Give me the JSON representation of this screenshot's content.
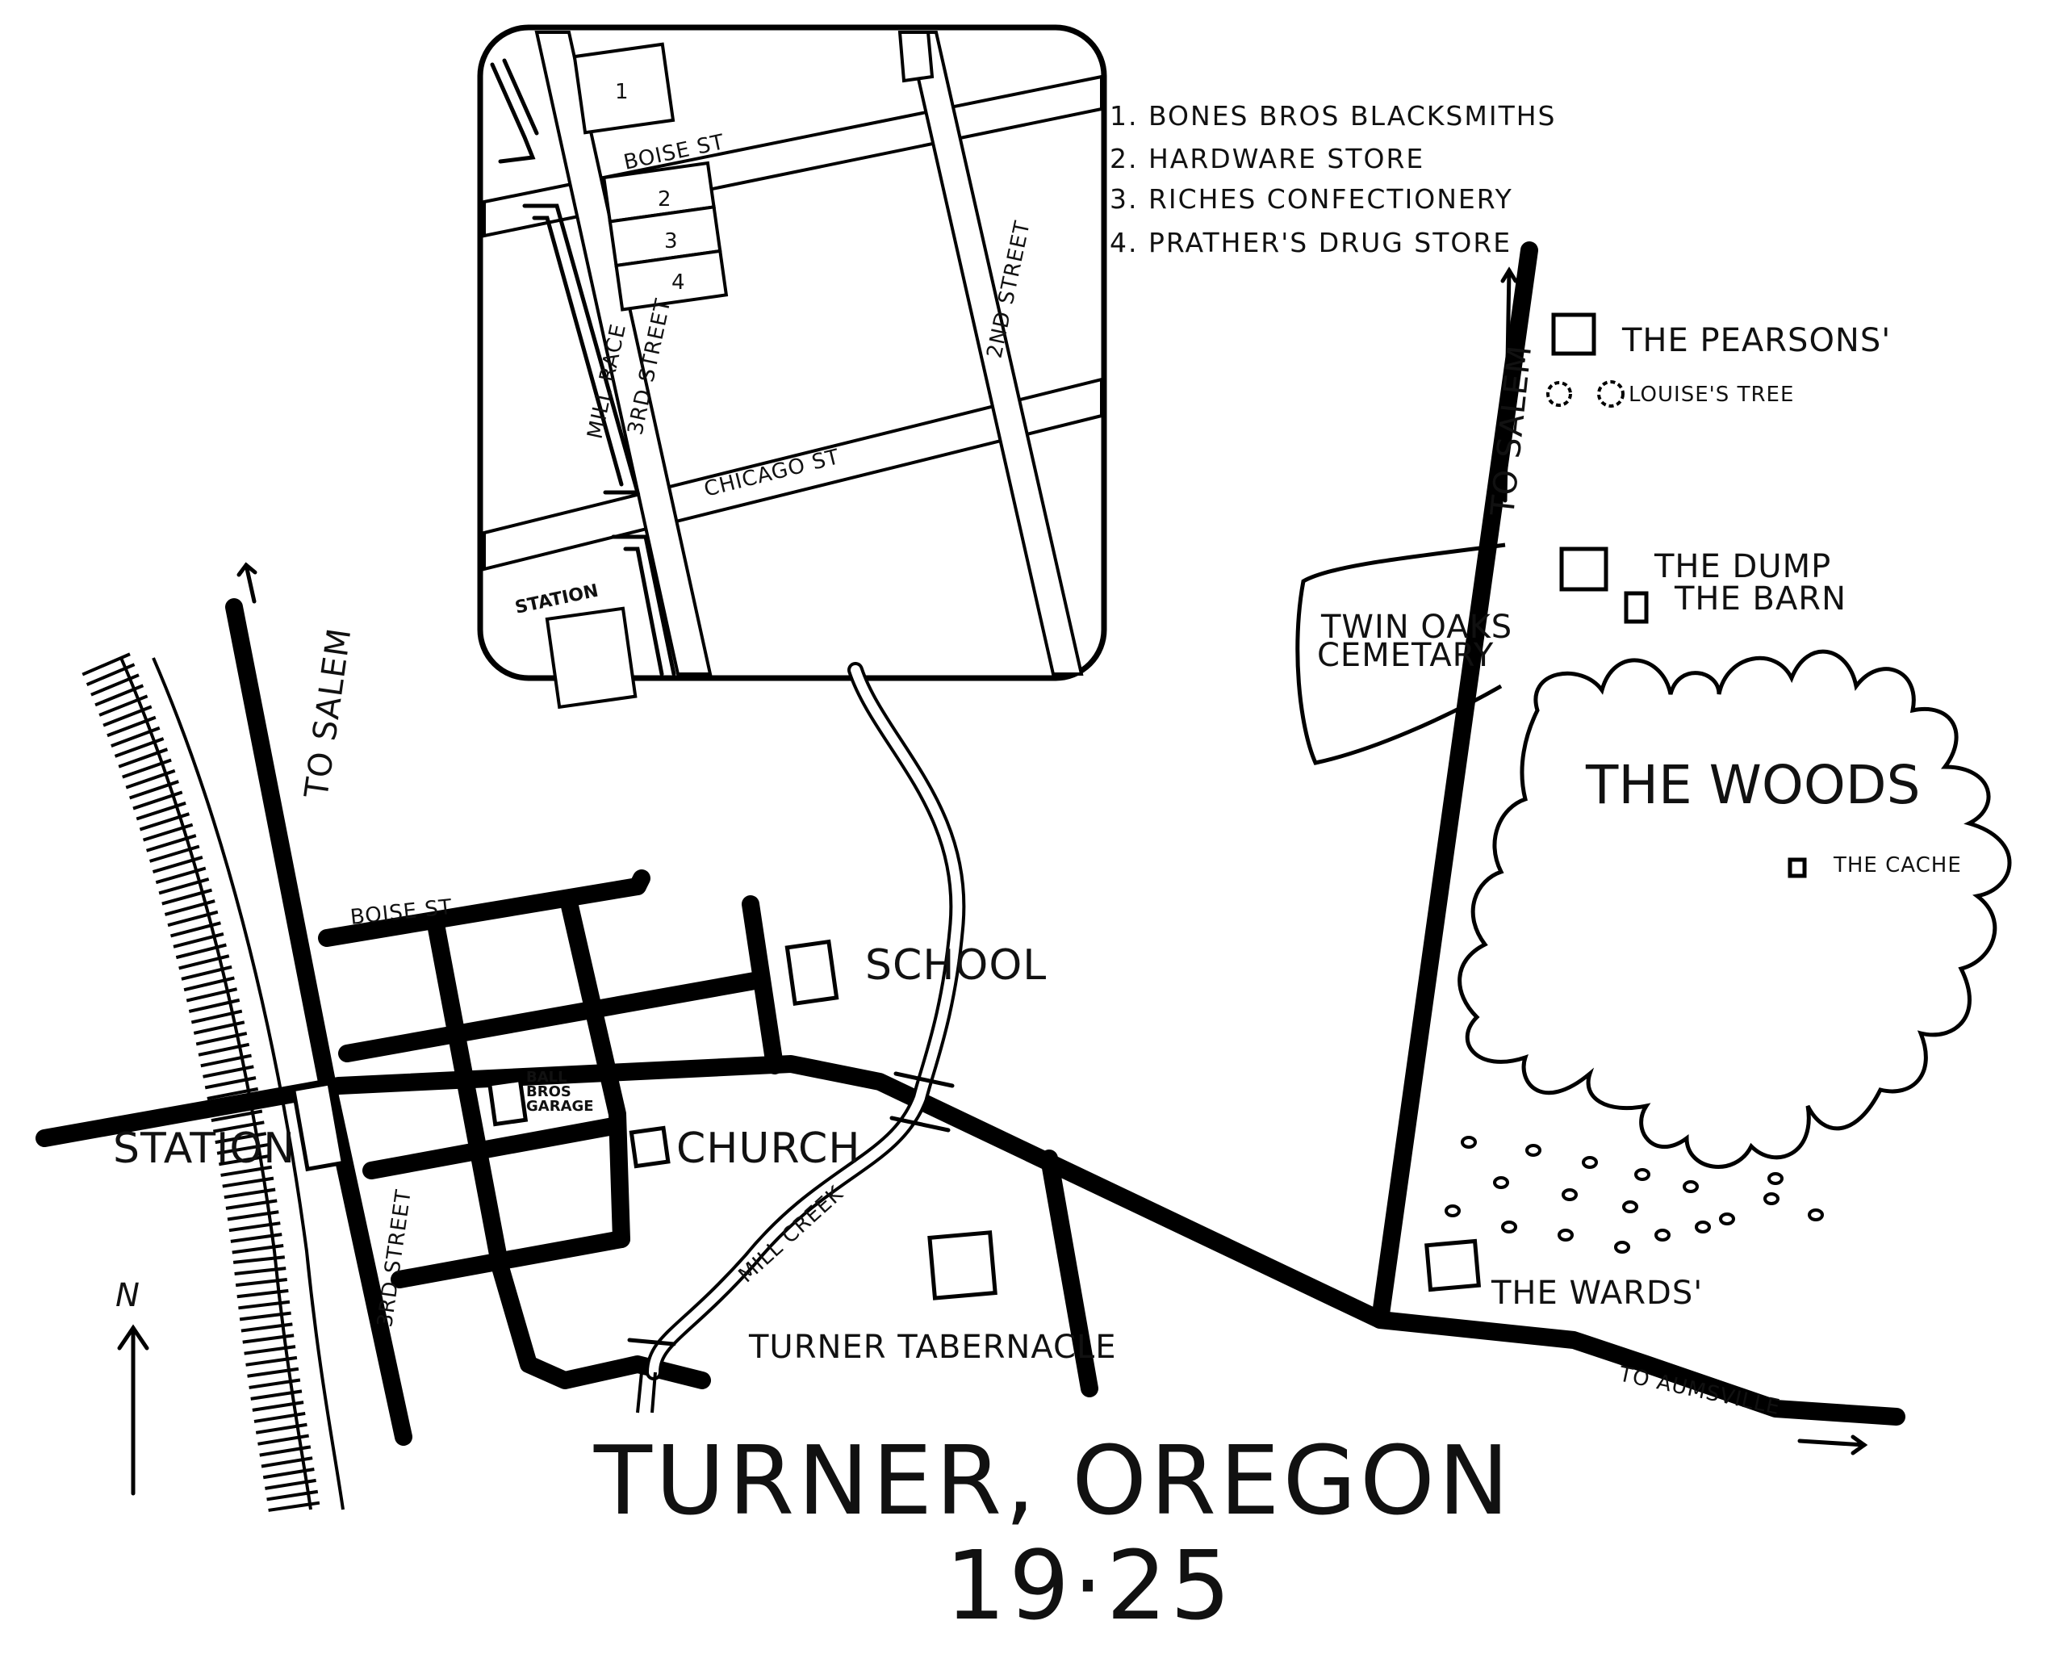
{
  "title": {
    "line1": "TURNER, OREGON",
    "line2": "19·25"
  },
  "legend": [
    "1. BONES BROS BLACKSMITHS",
    "2. HARDWARE STORE",
    "3. RICHES CONFECTIONERY",
    "4. PRATHER'S DRUG STORE"
  ],
  "inset": {
    "boise_st": "BOISE ST",
    "chicago_st": "CHICAGO ST",
    "third_street": "3RD STREET",
    "second_street": "2ND STREET",
    "mill_race": "MILL RACE",
    "station": "STATION",
    "lot_numbers": [
      "1",
      "2",
      "3",
      "4"
    ]
  },
  "labels": {
    "to_salem_west": "TO SALEM",
    "to_salem_east": "TO SALEM",
    "boise_st": "BOISE ST",
    "third_street": "3RD STREET",
    "station": "STATION",
    "ball_bros_garage": [
      "BALL",
      "BROS",
      "GARAGE"
    ],
    "church": "CHURCH",
    "school": "SCHOOL",
    "mill_creek": "MILL CREEK",
    "turner_tabernacle": "TURNER TABERNACLE",
    "twin_oaks_cemetary": [
      "TWIN OAKS",
      "CEMETARY"
    ],
    "the_pearsons": "THE PEARSONS'",
    "louises_tree": "LOUISE'S TREE",
    "the_dump": "THE DUMP",
    "the_barn": "THE BARN",
    "the_woods": "THE WOODS",
    "the_cache": "THE CACHE",
    "the_wards": "THE WARDS'",
    "to_aumsville": "TO AUMSVILLE",
    "north": "N"
  },
  "colors": {
    "ink": "#111111",
    "paper": "#ffffff"
  }
}
